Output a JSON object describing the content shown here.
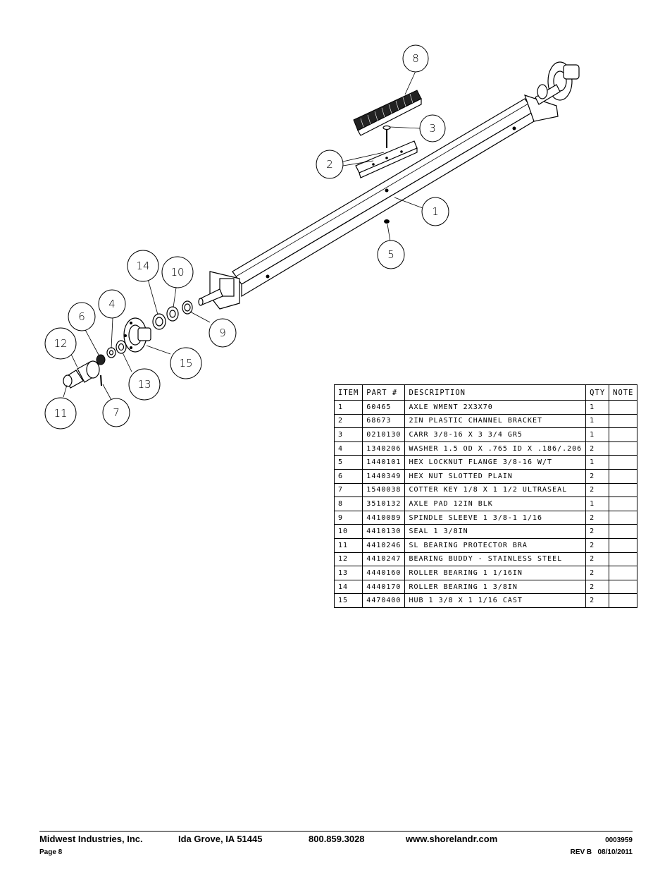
{
  "callouts": [
    "8",
    "3",
    "2",
    "1",
    "5",
    "14",
    "10",
    "4",
    "6",
    "12",
    "9",
    "15",
    "13",
    "11",
    "7"
  ],
  "parts_table": {
    "headers": {
      "item": "ITEM",
      "part": "PART #",
      "description": "DESCRIPTION",
      "qty": "QTY",
      "note": "NOTE"
    },
    "rows": [
      {
        "item": "1",
        "part": "60465",
        "description": "AXLE WMENT   2X3X70",
        "qty": "1",
        "note": ""
      },
      {
        "item": "2",
        "part": "68673",
        "description": "2IN PLASTIC CHANNEL BRACKET",
        "qty": "1",
        "note": ""
      },
      {
        "item": "3",
        "part": "0210130",
        "description": "CARR 3/8-16 X 3 3/4 GR5",
        "qty": "1",
        "note": ""
      },
      {
        "item": "4",
        "part": "1340206",
        "description": "WASHER 1.5 OD X .765 ID X .186/.206",
        "qty": "2",
        "note": ""
      },
      {
        "item": "5",
        "part": "1440101",
        "description": "HEX LOCKNUT FLANGE 3/8-16 W/T",
        "qty": "1",
        "note": ""
      },
      {
        "item": "6",
        "part": "1440349",
        "description": "HEX NUT SLOTTED PLAIN",
        "qty": "2",
        "note": ""
      },
      {
        "item": "7",
        "part": "1540038",
        "description": "COTTER KEY 1/8 X 1 1/2 ULTRASEAL",
        "qty": "2",
        "note": ""
      },
      {
        "item": "8",
        "part": "3510132",
        "description": "AXLE PAD 12IN  BLK",
        "qty": "1",
        "note": ""
      },
      {
        "item": "9",
        "part": "4410089",
        "description": "SPINDLE SLEEVE  1 3/8-1 1/16",
        "qty": "2",
        "note": ""
      },
      {
        "item": "10",
        "part": "4410130",
        "description": "SEAL  1 3/8IN",
        "qty": "2",
        "note": ""
      },
      {
        "item": "11",
        "part": "4410246",
        "description": "SL BEARING PROTECTOR BRA",
        "qty": "2",
        "note": ""
      },
      {
        "item": "12",
        "part": "4410247",
        "description": "BEARING BUDDY - STAINLESS STEEL",
        "qty": "2",
        "note": ""
      },
      {
        "item": "13",
        "part": "4440160",
        "description": "ROLLER BEARING   1 1/16IN",
        "qty": "2",
        "note": ""
      },
      {
        "item": "14",
        "part": "4440170",
        "description": "ROLLER BEARING   1 3/8IN",
        "qty": "2",
        "note": ""
      },
      {
        "item": "15",
        "part": "4470400",
        "description": "HUB   1 3/8 X 1 1/16 CAST",
        "qty": "2",
        "note": ""
      }
    ]
  },
  "footer": {
    "company": "Midwest Industries, Inc.",
    "location": "Ida Grove, IA  51445",
    "phone": "800.859.3028",
    "website": "www.shorelandr.com",
    "doc_number": "0003959",
    "page": "Page 8",
    "revision": "REV B   08/10/2011"
  }
}
